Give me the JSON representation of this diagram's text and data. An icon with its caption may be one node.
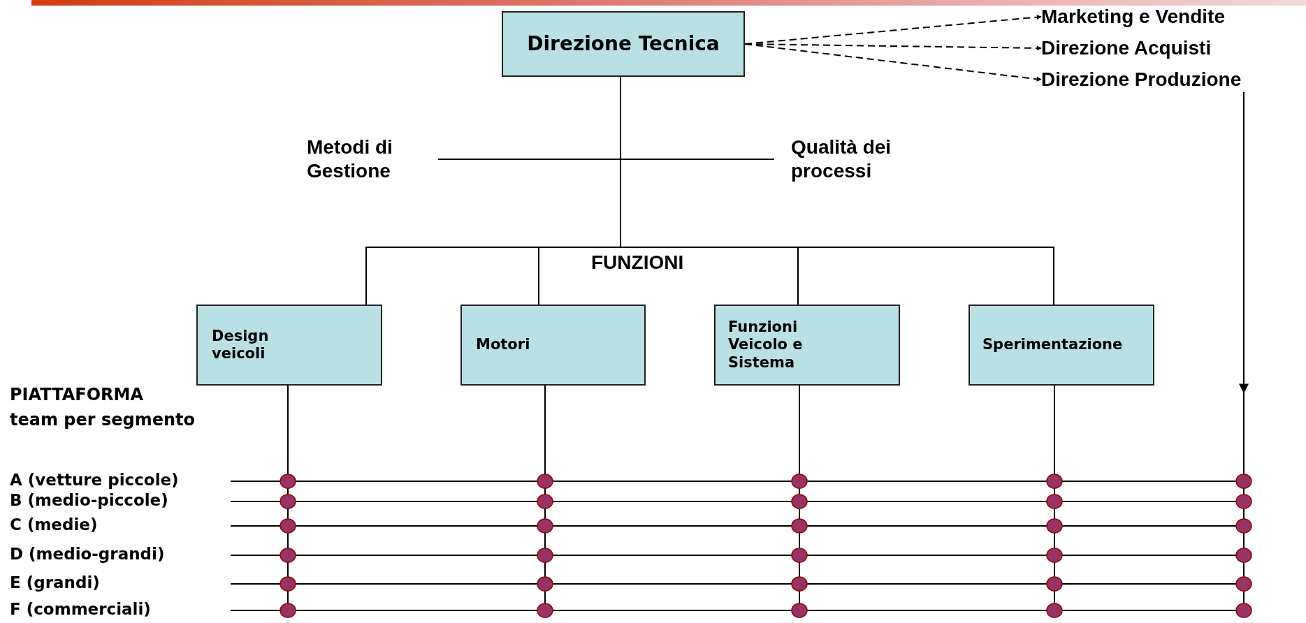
{
  "diagram": {
    "nodes": [
      {
        "text": [
          "Direzione Tecnica"
        ]
      },
      {
        "text": [
          "Marketing e Vendite"
        ]
      },
      {
        "text": [
          "Direzione Acquisti"
        ]
      },
      {
        "text": [
          "Direzione Produzione"
        ]
      },
      {
        "text": [
          "Metodi di Gestione"
        ]
      },
      {
        "text": [
          "Qualità dei processi"
        ]
      },
      {
        "text": [
          "Design veicoli"
        ]
      },
      {
        "text": [
          "Motori"
        ]
      },
      {
        "text": [
          "Funzioni Veicolo e Sistema"
        ]
      },
      {
        "text": [
          "Sperimentazione"
        ]
      }
    ],
    "edges": [
      {
        "from": 0,
        "to": 1,
        "arrow": "to",
        "style": "dashed"
      },
      {
        "from": 0,
        "to": 2,
        "arrow": "to",
        "style": "dashed"
      },
      {
        "from": 0,
        "to": 3,
        "arrow": "to",
        "style": "dashed"
      },
      {
        "from": 0,
        "to": 4,
        "arrow": "none"
      },
      {
        "from": 0,
        "to": 5,
        "arrow": "none"
      },
      {
        "from": 0,
        "to": 6,
        "arrow": "none"
      },
      {
        "from": 0,
        "to": 7,
        "arrow": "none"
      },
      {
        "from": 0,
        "to": 8,
        "arrow": "none"
      },
      {
        "from": 0,
        "to": 9,
        "arrow": "none"
      },
      {
        "from": 3,
        "to": null,
        "arrow": "to"
      },
      {
        "from": 6,
        "to": null,
        "arrow": "none"
      },
      {
        "from": 7,
        "to": null,
        "arrow": "none"
      },
      {
        "from": 8,
        "to": null,
        "arrow": "none"
      },
      {
        "from": 9,
        "to": null,
        "arrow": "none"
      }
    ],
    "labels": [
      "FUNZIONI",
      "PIATTAFORMA",
      "team per segmento",
      "A (vetture piccole)",
      "B (medio-piccole)",
      "C (medie)",
      "D (medio-grandi)",
      "E (grandi)",
      "F (commerciali)"
    ]
  }
}
